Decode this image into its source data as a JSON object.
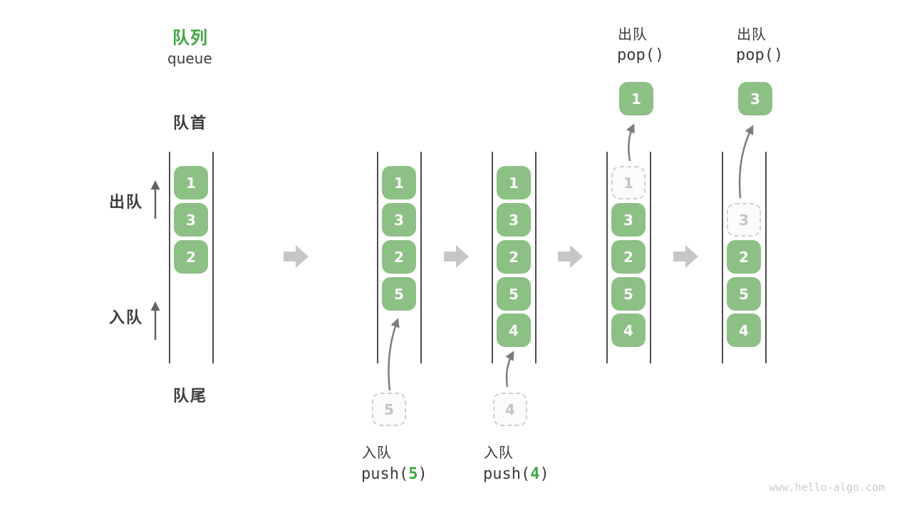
{
  "title": {
    "cn": "队列",
    "en": "queue"
  },
  "side_labels": {
    "front": "队首",
    "rear": "队尾",
    "dequeue_direction": "出队",
    "enqueue_direction": "入队"
  },
  "watermark": "www.hello-algo.com",
  "colors": {
    "element_green": "#8cc084",
    "title_green": "#3fa543",
    "code_arg_green": "#3fa543",
    "text_dark": "#3b3b3b",
    "dashed_border_gray": "#cfcfcf",
    "dashed_text_gray": "#c4c4c4",
    "curved_arrow_gray": "#7d7d7d",
    "block_arrow_gray": "#c6c6c6",
    "wall_gray": "#4d4d4d"
  },
  "states": [
    {
      "slots": [
        {
          "row": 0,
          "value": "1",
          "style": "filled"
        },
        {
          "row": 1,
          "value": "3",
          "style": "filled"
        },
        {
          "row": 2,
          "value": "2",
          "style": "filled"
        }
      ]
    },
    {
      "slots": [
        {
          "row": 0,
          "value": "1",
          "style": "filled"
        },
        {
          "row": 1,
          "value": "3",
          "style": "filled"
        },
        {
          "row": 2,
          "value": "2",
          "style": "filled"
        },
        {
          "row": 3,
          "value": "5",
          "style": "filled"
        }
      ],
      "pending": {
        "value": "5"
      },
      "op": {
        "label": "入队",
        "code_prefix": "push(",
        "code_arg": "5",
        "code_suffix": ")"
      }
    },
    {
      "slots": [
        {
          "row": 0,
          "value": "1",
          "style": "filled"
        },
        {
          "row": 1,
          "value": "3",
          "style": "filled"
        },
        {
          "row": 2,
          "value": "2",
          "style": "filled"
        },
        {
          "row": 3,
          "value": "5",
          "style": "filled"
        },
        {
          "row": 4,
          "value": "4",
          "style": "filled"
        }
      ],
      "pending": {
        "value": "4"
      },
      "op": {
        "label": "入队",
        "code_prefix": "push(",
        "code_arg": "4",
        "code_suffix": ")"
      }
    },
    {
      "slots": [
        {
          "row": 0,
          "value": "1",
          "style": "dashed"
        },
        {
          "row": 1,
          "value": "3",
          "style": "filled"
        },
        {
          "row": 2,
          "value": "2",
          "style": "filled"
        },
        {
          "row": 3,
          "value": "5",
          "style": "filled"
        },
        {
          "row": 4,
          "value": "4",
          "style": "filled"
        }
      ],
      "popped": {
        "value": "1"
      },
      "op": {
        "label": "出队",
        "code": "pop()"
      }
    },
    {
      "slots": [
        {
          "row": 1,
          "value": "3",
          "style": "dashed"
        },
        {
          "row": 2,
          "value": "2",
          "style": "filled"
        },
        {
          "row": 3,
          "value": "5",
          "style": "filled"
        },
        {
          "row": 4,
          "value": "4",
          "style": "filled"
        }
      ],
      "popped": {
        "value": "3"
      },
      "op": {
        "label": "出队",
        "code": "pop()"
      }
    }
  ]
}
